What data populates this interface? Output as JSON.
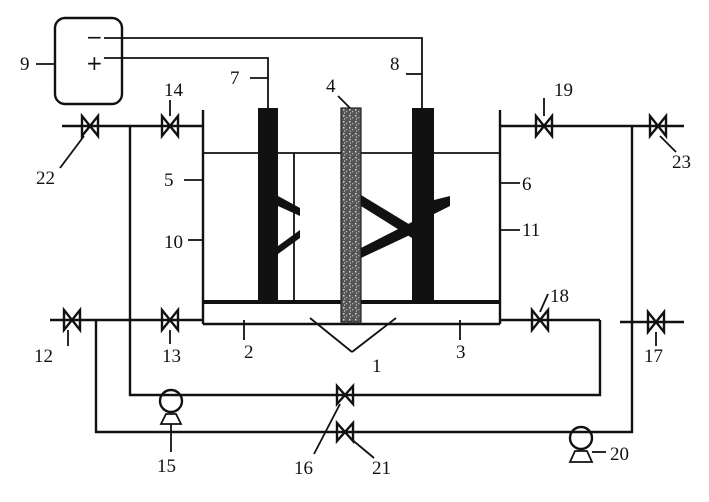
{
  "power_supply": {
    "negative_sign": "−",
    "positive_sign": "+"
  },
  "labels": {
    "n1": "1",
    "n2": "2",
    "n3": "3",
    "n4": "4",
    "n5": "5",
    "n6": "6",
    "n7": "7",
    "n8": "8",
    "n9": "9",
    "n10": "10",
    "n11": "11",
    "n12": "12",
    "n13": "13",
    "n14": "14",
    "n15": "15",
    "n16": "16",
    "n17": "17",
    "n18": "18",
    "n19": "19",
    "n20": "20",
    "n21": "21",
    "n22": "22",
    "n23": "23"
  },
  "colors": {
    "line": "#111111",
    "electrode": "#111111",
    "membrane": "#4a4a4a",
    "background": "#ffffff"
  }
}
